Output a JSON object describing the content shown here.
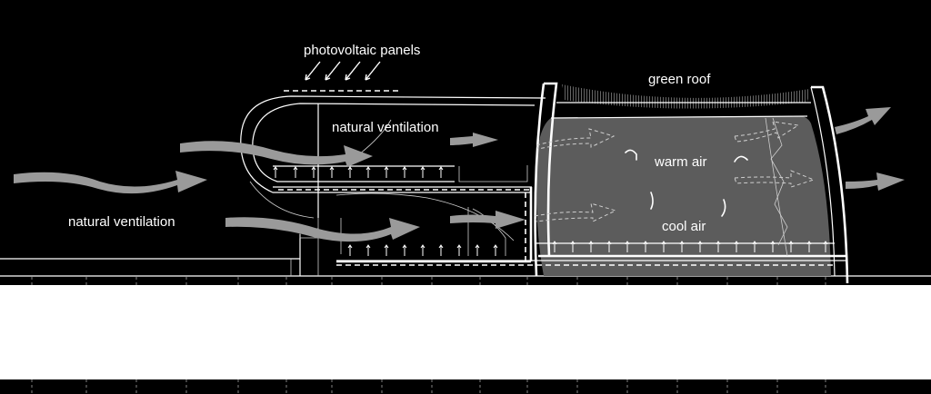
{
  "colors": {
    "background": "#000000",
    "lower_band": "#ffffff",
    "interior_fill": "#5c5c5c",
    "airflow": "#9a9a9a",
    "linework": "#ffffff"
  },
  "labels": {
    "photovoltaic": "photovoltaic panels",
    "green_roof": "green roof",
    "natural_ventilation_left": "natural ventilation",
    "natural_ventilation_top": "natural ventilation",
    "warm_air": "warm air",
    "cool_air": "cool air"
  }
}
